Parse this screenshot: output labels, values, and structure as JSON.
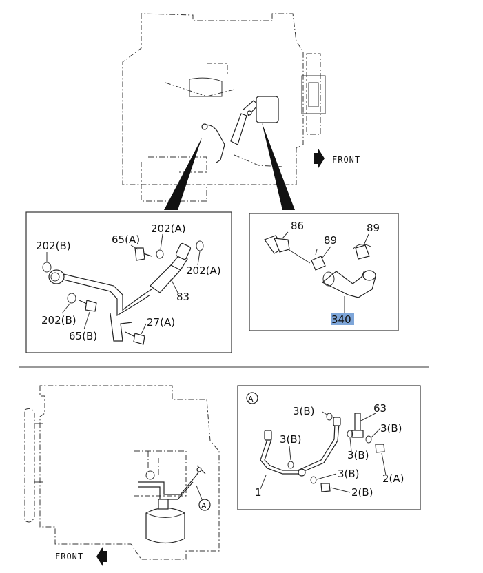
{
  "figure": {
    "front_label_top": "FRONT",
    "front_label_bottom": "FRONT",
    "detail_left": {
      "labels": [
        "202(B)",
        "65(A)",
        "202(A)",
        "202(A)",
        "83",
        "202(B)",
        "65(B)",
        "27(A)"
      ]
    },
    "detail_right": {
      "labels": [
        "86",
        "89",
        "89"
      ],
      "highlighted_label": "340",
      "highlight_color": "#7ea6d9"
    },
    "detail_a": {
      "marker": "A",
      "labels": [
        "3(B)",
        "63",
        "3(B)",
        "3(B)",
        "3(B)",
        "2(A)",
        "3(B)",
        "1",
        "2(B)"
      ]
    },
    "callout_a": "A"
  }
}
